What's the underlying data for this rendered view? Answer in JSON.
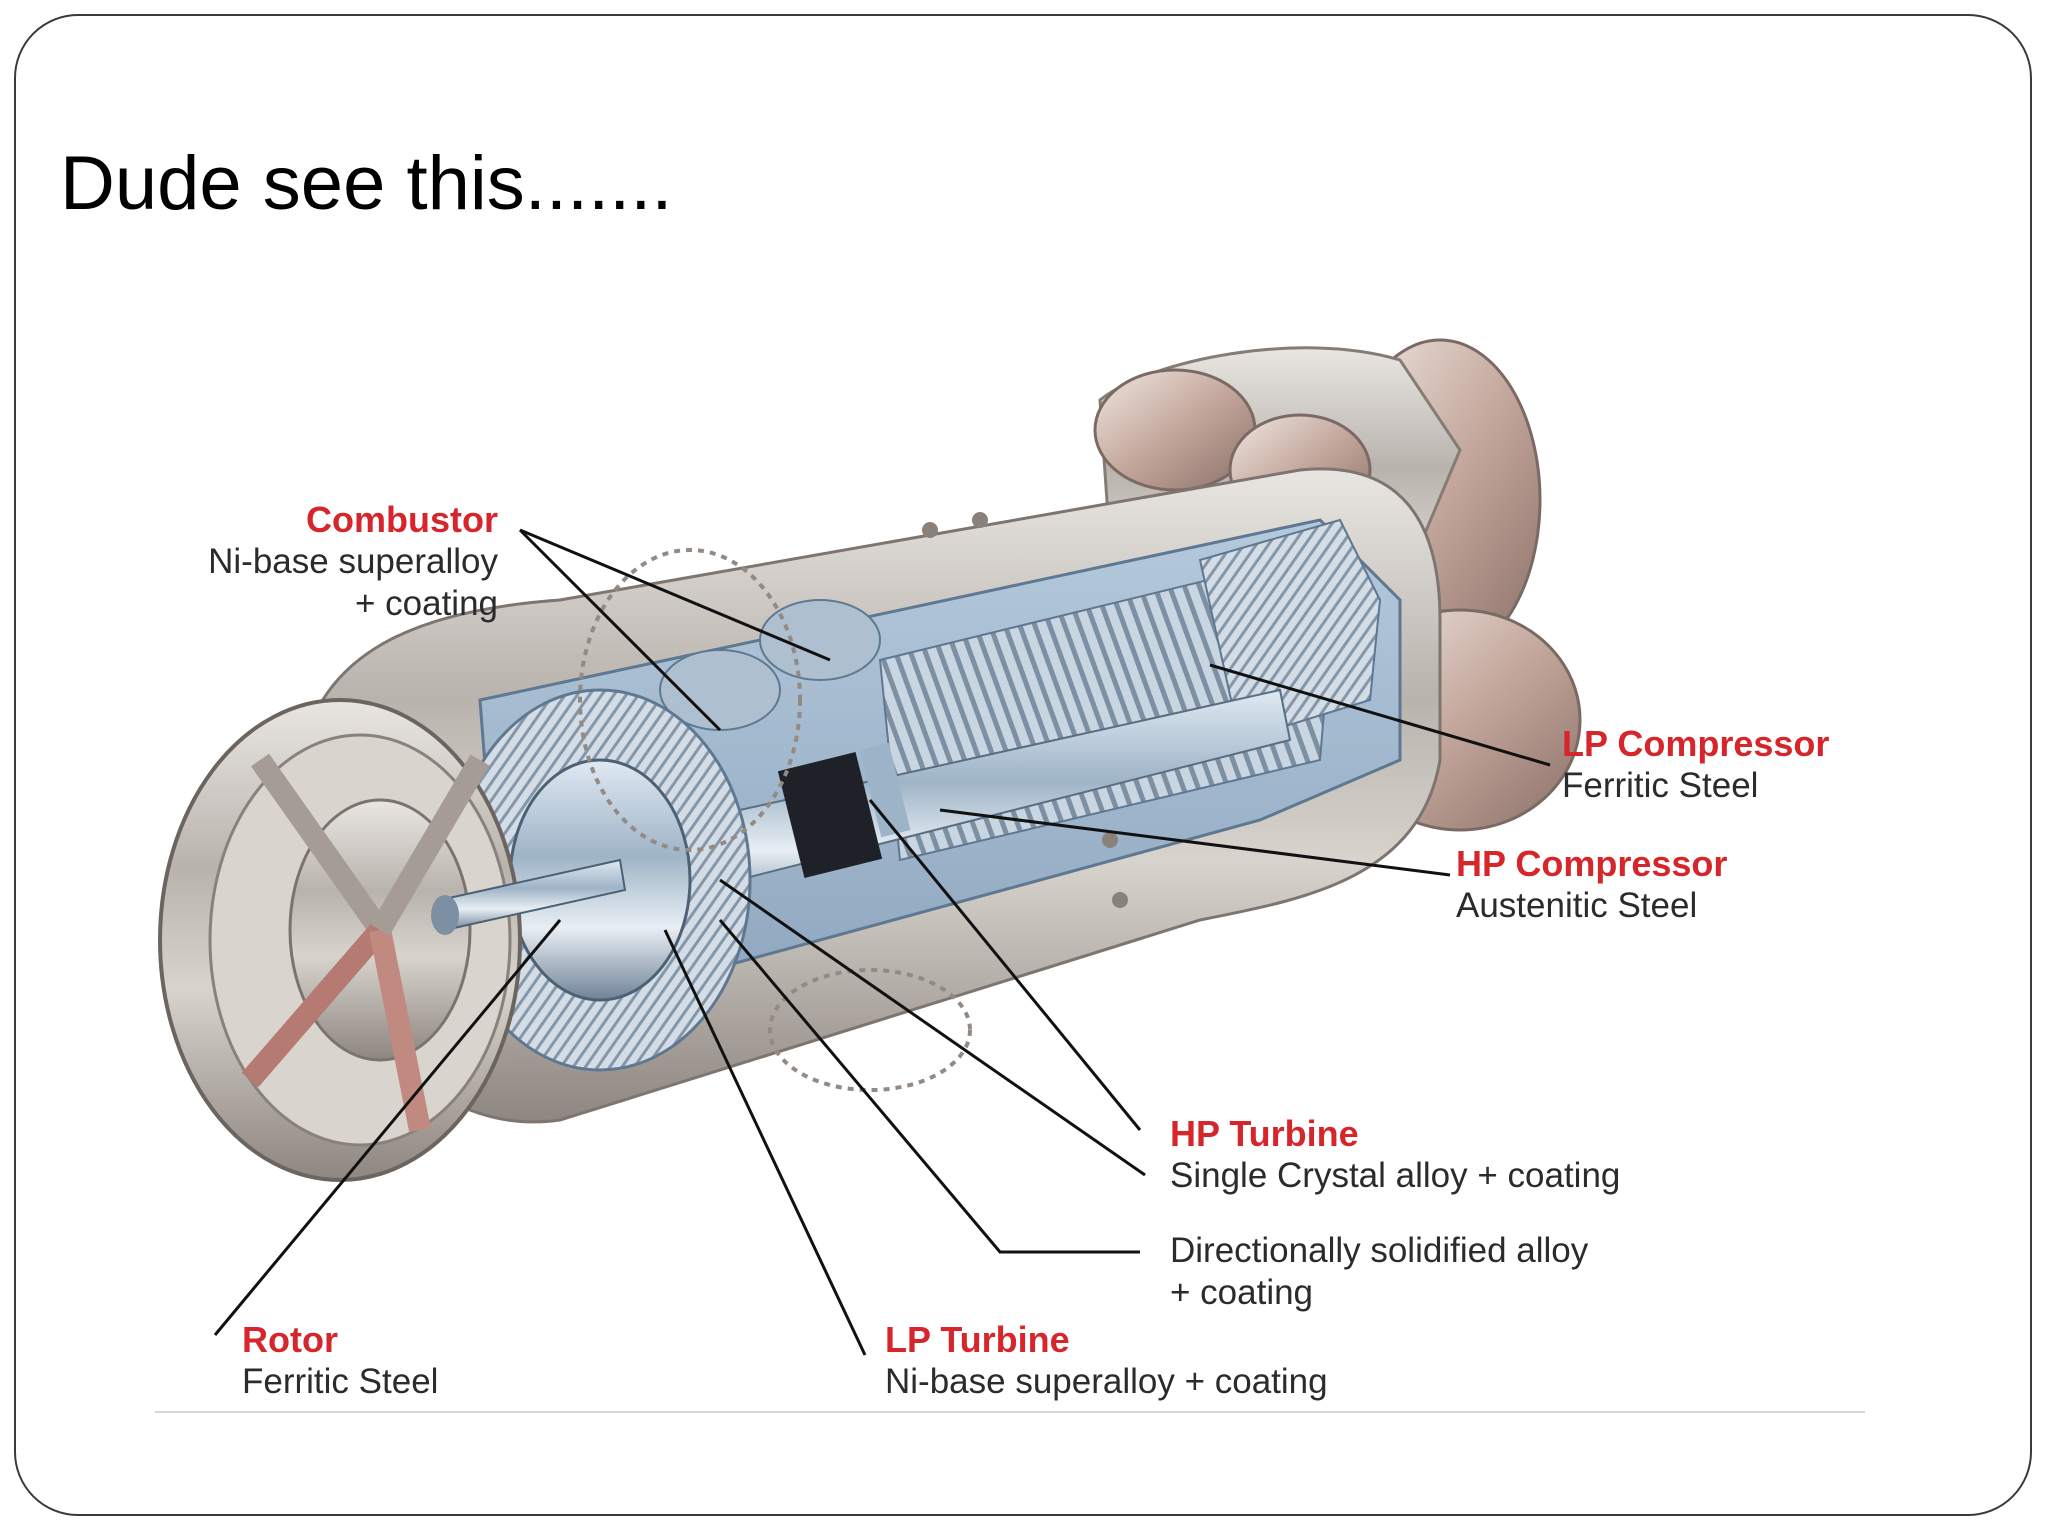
{
  "slide": {
    "title": "Dude see this......."
  },
  "diagram": {
    "colors": {
      "label_name": "#d6252b",
      "label_material": "#2b2b2b",
      "frame": "#3a3a3a"
    },
    "labels": {
      "combustor": {
        "name": "Combustor",
        "material_line1": "Ni-base superalloy",
        "material_line2": "+ coating"
      },
      "lp_compressor": {
        "name": "LP Compressor",
        "material": "Ferritic Steel"
      },
      "hp_compressor": {
        "name": "HP Compressor",
        "material": "Austenitic Steel"
      },
      "hp_turbine": {
        "name": "HP Turbine",
        "material": "Single Crystal alloy + coating"
      },
      "ds_alloy": {
        "material_line1": "Directionally solidified alloy",
        "material_line2": "+ coating"
      },
      "rotor": {
        "name": "Rotor",
        "material": "Ferritic Steel"
      },
      "lp_turbine": {
        "name": "LP Turbine",
        "material": "Ni-base superalloy + coating"
      }
    }
  }
}
